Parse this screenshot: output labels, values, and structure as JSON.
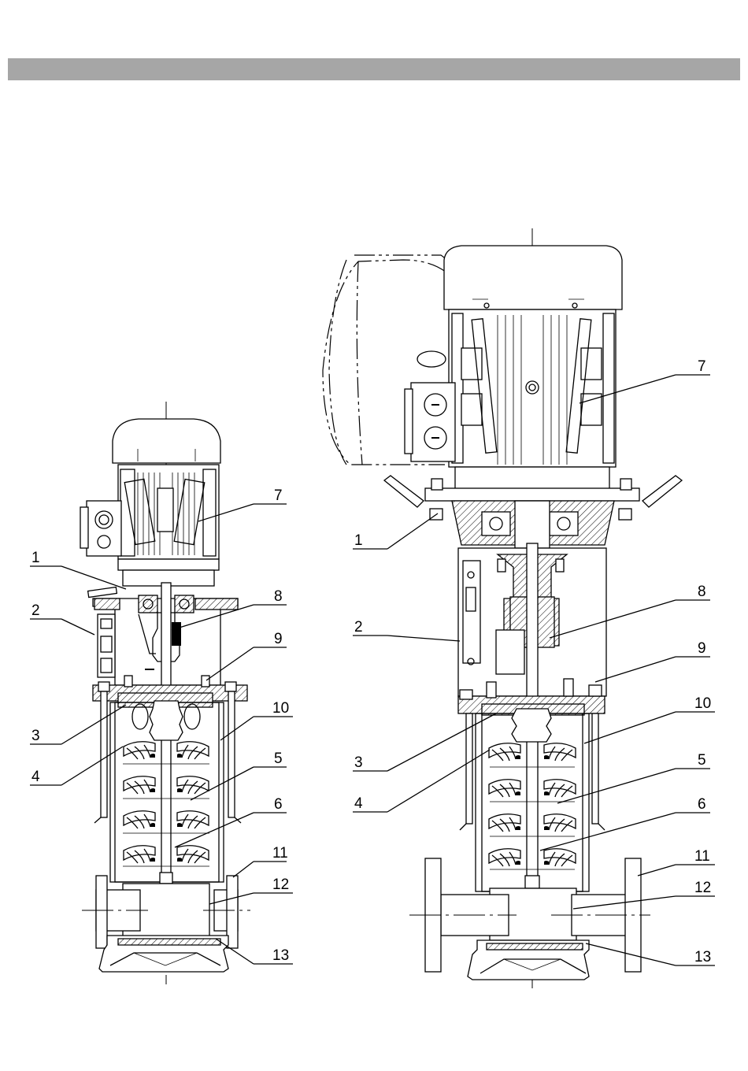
{
  "header": {
    "bar_color": "#a6a6a6"
  },
  "left_figure": {
    "callouts": [
      "1",
      "2",
      "3",
      "4",
      "5",
      "6",
      "7",
      "8",
      "9",
      "10",
      "11",
      "12",
      "13"
    ]
  },
  "right_figure": {
    "callouts": [
      "1",
      "2",
      "3",
      "4",
      "5",
      "6",
      "7",
      "8",
      "9",
      "10",
      "11",
      "12",
      "13"
    ]
  }
}
